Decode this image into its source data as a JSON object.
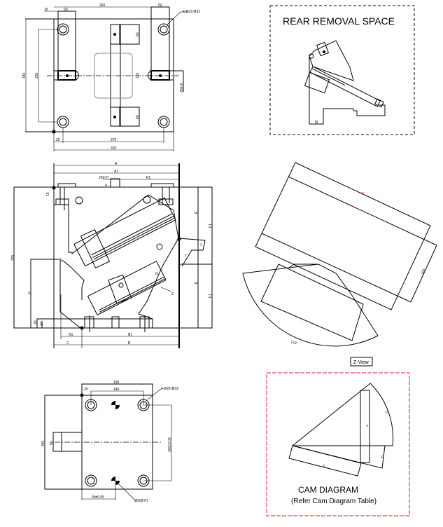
{
  "top_view": {
    "dims": {
      "d10": "10",
      "d50a": "50",
      "d260": "260",
      "d50b": "50",
      "holes": "4-Ø22-Ø32",
      "d330": "330",
      "d250": "250",
      "d60a": "60",
      "d210": "210",
      "d60b": "60",
      "d25h7": "25(h7)",
      "d25": "25",
      "d270": "270",
      "d320": "320"
    }
  },
  "side_view": {
    "dims": {
      "A": "A",
      "A1": "A1",
      "d25h7": "25(h7)",
      "K1": "K1",
      "d4": "4",
      "d15": "15",
      "d325": "325",
      "H": "H",
      "d20": "20",
      "d14": "14",
      "N1": "N1",
      "B1": "B1",
      "C": "C",
      "B": "B",
      "E1": "E",
      "F1a": "F1",
      "E2": "E",
      "F1b": "F1",
      "S": "S",
      "T": "T",
      "Z": "Z",
      "G": "G"
    }
  },
  "bottom_view": {
    "dims": {
      "d190": "190",
      "d25": "25",
      "d140": "140",
      "holes": "4-Ø22-Ø32",
      "d260": "260",
      "d50": "50",
      "d200": "200±0.03",
      "d90": "90±0.05",
      "pin": "Ø20(H7)"
    }
  },
  "rear_view": {
    "title": "REAR REMOVAL SPACE",
    "M": "M"
  },
  "z_view": {
    "W": "W",
    "d100": "100",
    "angle": "120°",
    "label": "Z-View"
  },
  "cam_diagram": {
    "title": "CAM DIAGRAM",
    "subtitle": "(Refer Cam Diagram Table)",
    "Y": "Y",
    "D": "D",
    "R": "R",
    "X": "X"
  },
  "colors": {
    "line": "#000000",
    "accent": "#e02020"
  }
}
